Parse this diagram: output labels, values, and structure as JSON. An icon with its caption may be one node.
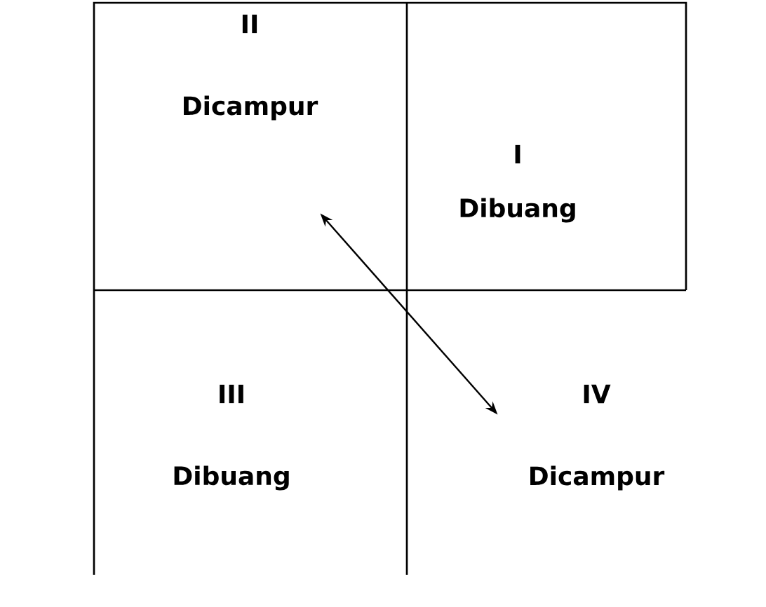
{
  "diagram": {
    "nodes": [
      {
        "text": [
          "II",
          "Dicampur"
        ]
      },
      {
        "text": [
          "I",
          "Dibuang"
        ]
      },
      {
        "text": [
          "III",
          "Dibuang"
        ]
      },
      {
        "text": [
          "IV",
          "Dicampur"
        ]
      }
    ],
    "edges": [
      {
        "from": 0,
        "to": 3,
        "arrow": "both"
      }
    ]
  }
}
